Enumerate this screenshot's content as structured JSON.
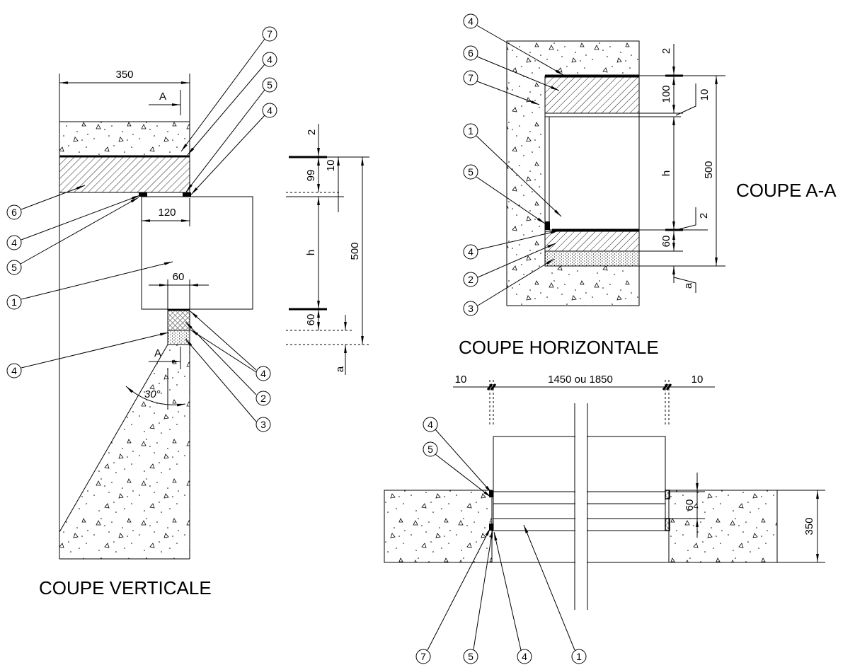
{
  "vertical_section": {
    "title": "COUPE VERTICALE",
    "section_mark_top": "A",
    "section_mark_bottom": "A",
    "dim_width": "350",
    "dim_frame_inset": "120",
    "dim_sill_width": "60",
    "dim_angle": "30°",
    "dim_top_gap": "2",
    "dim_frame_overlap": "10",
    "dim_lintel": "99",
    "dim_height": "h",
    "dim_total": "500",
    "dim_sill_height": "60",
    "dim_bedding": "a",
    "callouts": [
      "7",
      "4",
      "5",
      "4",
      "6",
      "4",
      "5",
      "1",
      "4",
      "4",
      "2",
      "3"
    ]
  },
  "section_aa": {
    "title": "COUPE A-A",
    "dim_top_gap": "2",
    "dim_lintel": "100",
    "dim_frame_overlap": "10",
    "dim_height": "h",
    "dim_total": "500",
    "dim_bottom_gap": "2",
    "dim_sill_height": "60",
    "dim_bedding": "a",
    "callouts": [
      "4",
      "6",
      "7",
      "1",
      "5",
      "4",
      "2",
      "3"
    ]
  },
  "horizontal_section": {
    "title": "COUPE HORIZONTALE",
    "dim_left_gap": "10",
    "dim_width": "1450 ou 1850",
    "dim_right_gap": "10",
    "dim_frame_depth": "60",
    "dim_wall_thickness": "350",
    "callouts": [
      "4",
      "5",
      "7",
      "5",
      "4",
      "1"
    ]
  }
}
